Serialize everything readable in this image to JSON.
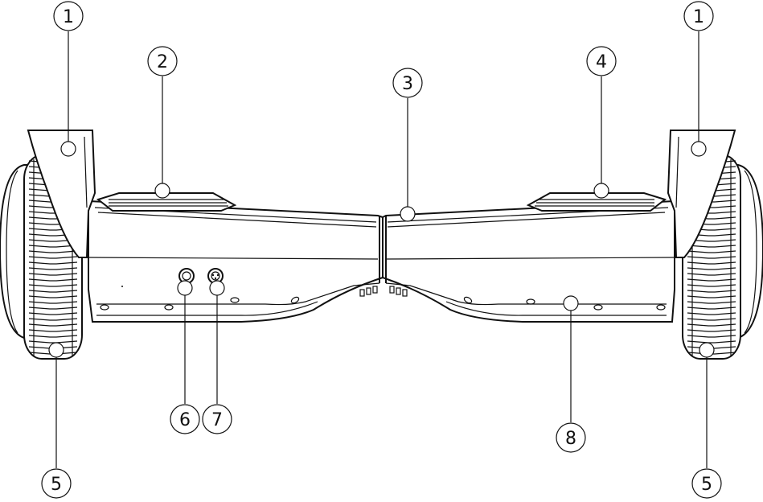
{
  "callouts": [
    {
      "id": "c1-left",
      "label": "1"
    },
    {
      "id": "c1-right",
      "label": "1"
    },
    {
      "id": "c2",
      "label": "2"
    },
    {
      "id": "c3",
      "label": "3"
    },
    {
      "id": "c4",
      "label": "4"
    },
    {
      "id": "c5-left",
      "label": "5"
    },
    {
      "id": "c5-right",
      "label": "5"
    },
    {
      "id": "c6",
      "label": "6"
    },
    {
      "id": "c7",
      "label": "7"
    },
    {
      "id": "c8",
      "label": "8"
    }
  ]
}
